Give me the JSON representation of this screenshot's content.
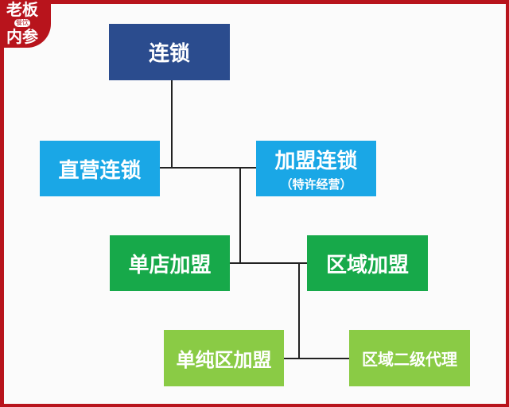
{
  "logo": {
    "line1": "老板",
    "line2": "内参",
    "badge": "餐饮"
  },
  "nodes": {
    "root": "连锁",
    "direct": "直营连锁",
    "franchise": "加盟连锁",
    "franchise_sub": "（特许经营）",
    "single_store": "单店加盟",
    "regional": "区域加盟",
    "pure_regional": "单纯区加盟",
    "sub_agent": "区域二级代理"
  },
  "colors": {
    "dark_blue": "#2b4c8e",
    "blue": "#1aa7e6",
    "green": "#17a94a",
    "light_green": "#8acb45",
    "frame": "#b8141c"
  }
}
